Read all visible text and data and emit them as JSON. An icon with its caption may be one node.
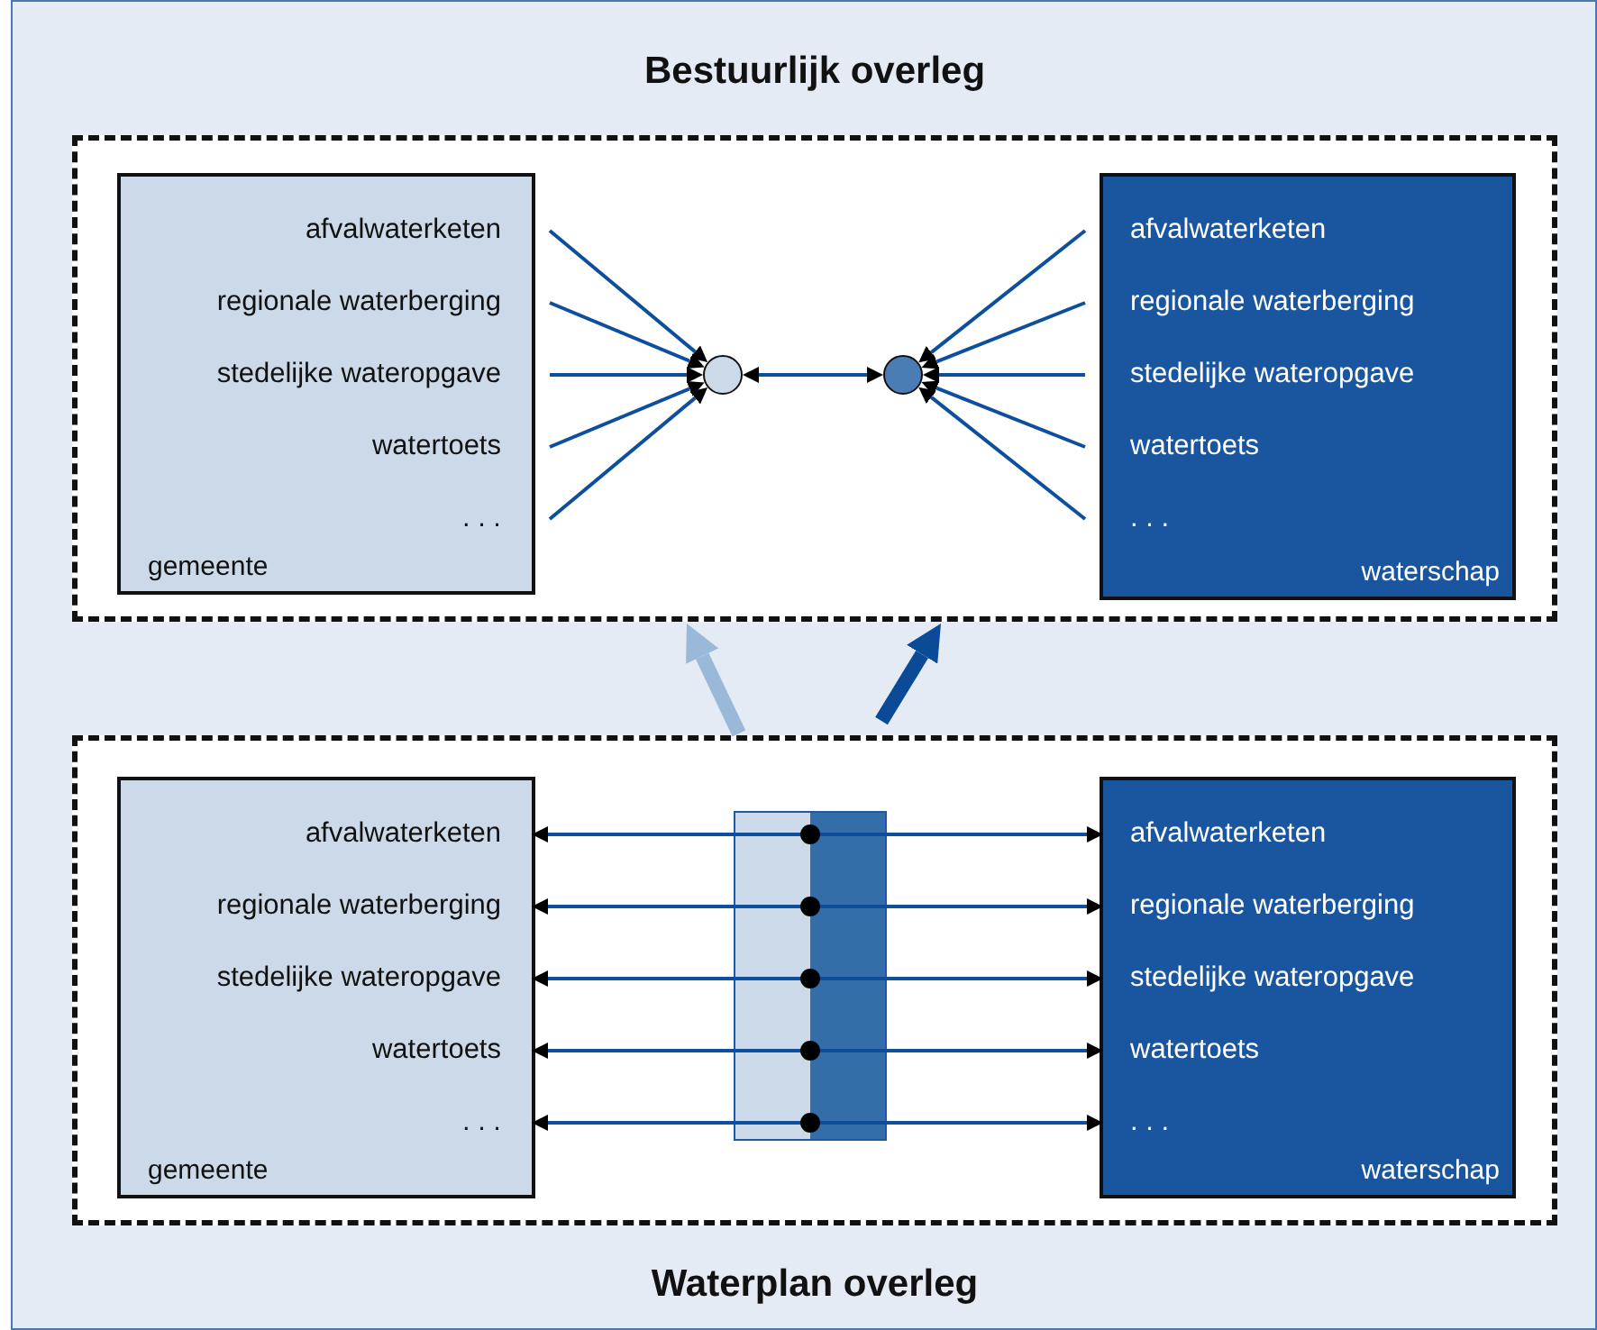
{
  "diagram": {
    "nodes": [
      {
        "text": [
          "Bestuurlijk overleg"
        ]
      },
      {
        "text": [
          "gemeente"
        ],
        "in": 0
      },
      {
        "text": [
          "afvalwaterketen"
        ],
        "in": 1
      },
      {
        "text": [
          "regionale waterberging"
        ],
        "in": 1
      },
      {
        "text": [
          "stedelijke wateropgave"
        ],
        "in": 1
      },
      {
        "text": [
          "watertoets"
        ],
        "in": 1
      },
      {
        "text": [
          ". . ."
        ],
        "in": 1
      },
      {
        "text": [],
        "shape": "circle",
        "in": 0
      },
      {
        "text": [],
        "shape": "circle",
        "in": 0
      },
      {
        "text": [
          "waterschap"
        ],
        "in": 0
      },
      {
        "text": [
          "afvalwaterketen"
        ],
        "in": 9
      },
      {
        "text": [
          "regionale waterberging"
        ],
        "in": 9
      },
      {
        "text": [
          "stedelijke wateropgave"
        ],
        "in": 9
      },
      {
        "text": [
          "watertoets"
        ],
        "in": 9
      },
      {
        "text": [
          ". . ."
        ],
        "in": 9
      },
      {
        "text": [
          "Waterplan overleg"
        ]
      },
      {
        "text": [
          "gemeente"
        ],
        "in": 15
      },
      {
        "text": [
          "afvalwaterketen"
        ],
        "in": 16
      },
      {
        "text": [
          "regionale waterberging"
        ],
        "in": 16
      },
      {
        "text": [
          "stedelijke wateropgave"
        ],
        "in": 16
      },
      {
        "text": [
          "watertoets"
        ],
        "in": 16
      },
      {
        "text": [
          ". . ."
        ],
        "in": 16
      },
      {
        "text": [
          "waterschap"
        ],
        "in": 15
      },
      {
        "text": [
          "afvalwaterketen"
        ],
        "in": 22
      },
      {
        "text": [
          "regionale waterberging"
        ],
        "in": 22
      },
      {
        "text": [
          "stedelijke wateropgave"
        ],
        "in": 22
      },
      {
        "text": [
          "watertoets"
        ],
        "in": 22
      },
      {
        "text": [
          ". . ."
        ],
        "in": 22
      }
    ],
    "edges": [
      {
        "from": 2,
        "to": 7,
        "arrow": "to"
      },
      {
        "from": 3,
        "to": 7,
        "arrow": "to"
      },
      {
        "from": 4,
        "to": 7,
        "arrow": "to"
      },
      {
        "from": 5,
        "to": 7,
        "arrow": "to"
      },
      {
        "from": 6,
        "to": 7,
        "arrow": "to"
      },
      {
        "from": 7,
        "to": 8,
        "arrow": "both"
      },
      {
        "from": 10,
        "to": 8,
        "arrow": "to"
      },
      {
        "from": 11,
        "to": 8,
        "arrow": "to"
      },
      {
        "from": 12,
        "to": 8,
        "arrow": "to"
      },
      {
        "from": 13,
        "to": 8,
        "arrow": "to"
      },
      {
        "from": 14,
        "to": 8,
        "arrow": "to"
      },
      {
        "from": 17,
        "to": 23,
        "arrow": "both"
      },
      {
        "from": 18,
        "to": 24,
        "arrow": "both"
      },
      {
        "from": 19,
        "to": 25,
        "arrow": "both"
      },
      {
        "from": 20,
        "to": 26,
        "arrow": "both"
      },
      {
        "from": 21,
        "to": 27,
        "arrow": "both"
      },
      {
        "from": 15,
        "to": 0,
        "arrow": "to",
        "style": "thick",
        "color": "#9ab8d8"
      },
      {
        "from": 15,
        "to": 0,
        "arrow": "to",
        "style": "thick",
        "color": "#0a4a96"
      }
    ]
  }
}
